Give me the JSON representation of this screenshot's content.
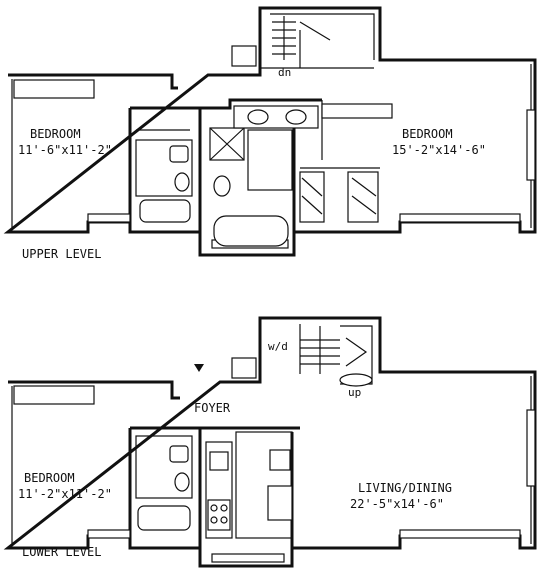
{
  "upper": {
    "level_label": "UPPER LEVEL",
    "bedroom_left": {
      "name": "BEDROOM",
      "dims": "11'-6\"x11'-2\""
    },
    "bedroom_right": {
      "name": "BEDROOM",
      "dims": "15'-2\"x14'-6\""
    },
    "stair_label": "dn"
  },
  "lower": {
    "level_label": "LOWER LEVEL",
    "bedroom": {
      "name": "BEDROOM",
      "dims": "11'-2\"x11'-2\""
    },
    "living": {
      "name": "LIVING/DINING",
      "dims": "22'-5\"x14'-6\""
    },
    "foyer_label": "FOYER",
    "laundry_label": "w/d",
    "stair_label": "up"
  }
}
